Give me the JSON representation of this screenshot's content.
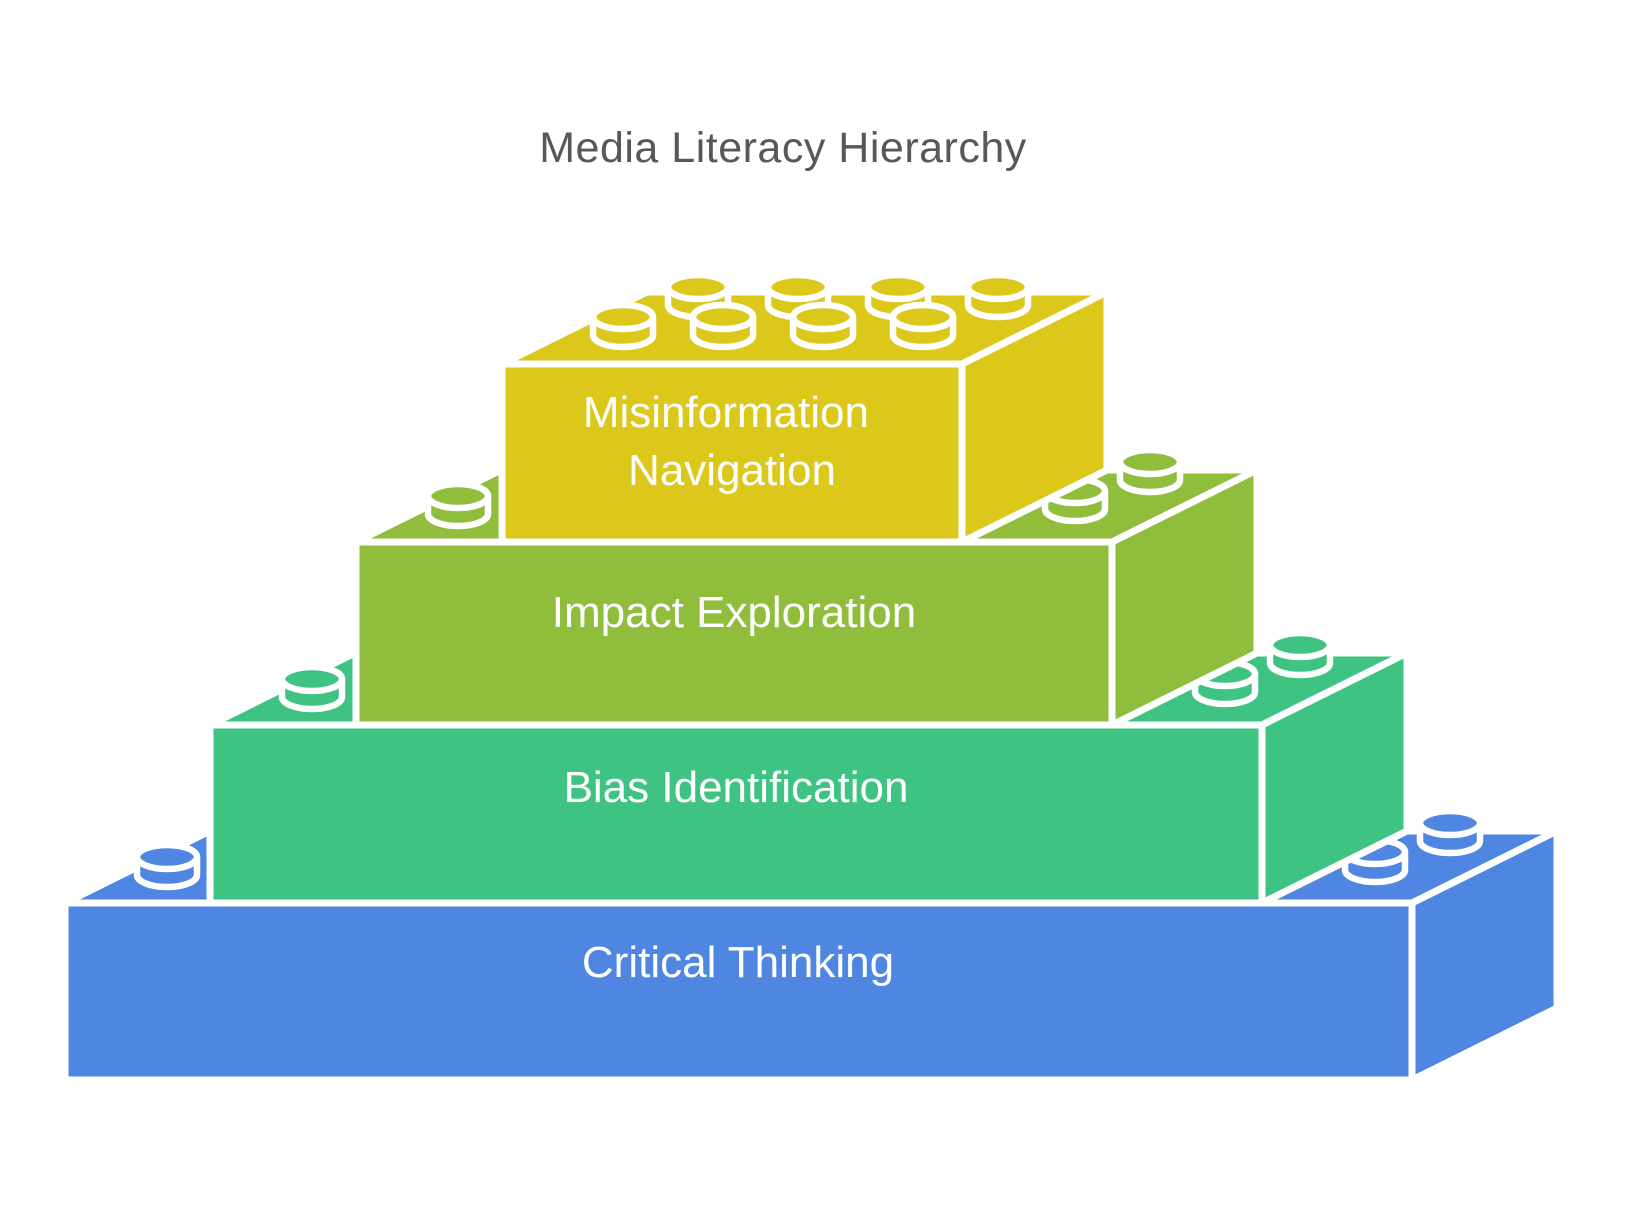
{
  "title": "Media Literacy Hierarchy",
  "colors": {
    "title": "#58585a",
    "background": "#ffffff",
    "outline": "#ffffff",
    "label_text": "#ffffff"
  },
  "levels": [
    {
      "rank": 1,
      "label": "Critical Thinking",
      "color": "#4e86e2"
    },
    {
      "rank": 2,
      "label": "Bias Identification",
      "color": "#3ec383"
    },
    {
      "rank": 3,
      "label": "Impact Exploration",
      "color": "#91bd3c"
    },
    {
      "rank": 4,
      "label": "Misinformation Navigation",
      "label_lines": [
        "Misinformation",
        "Navigation"
      ],
      "color": "#dcc71b"
    }
  ]
}
